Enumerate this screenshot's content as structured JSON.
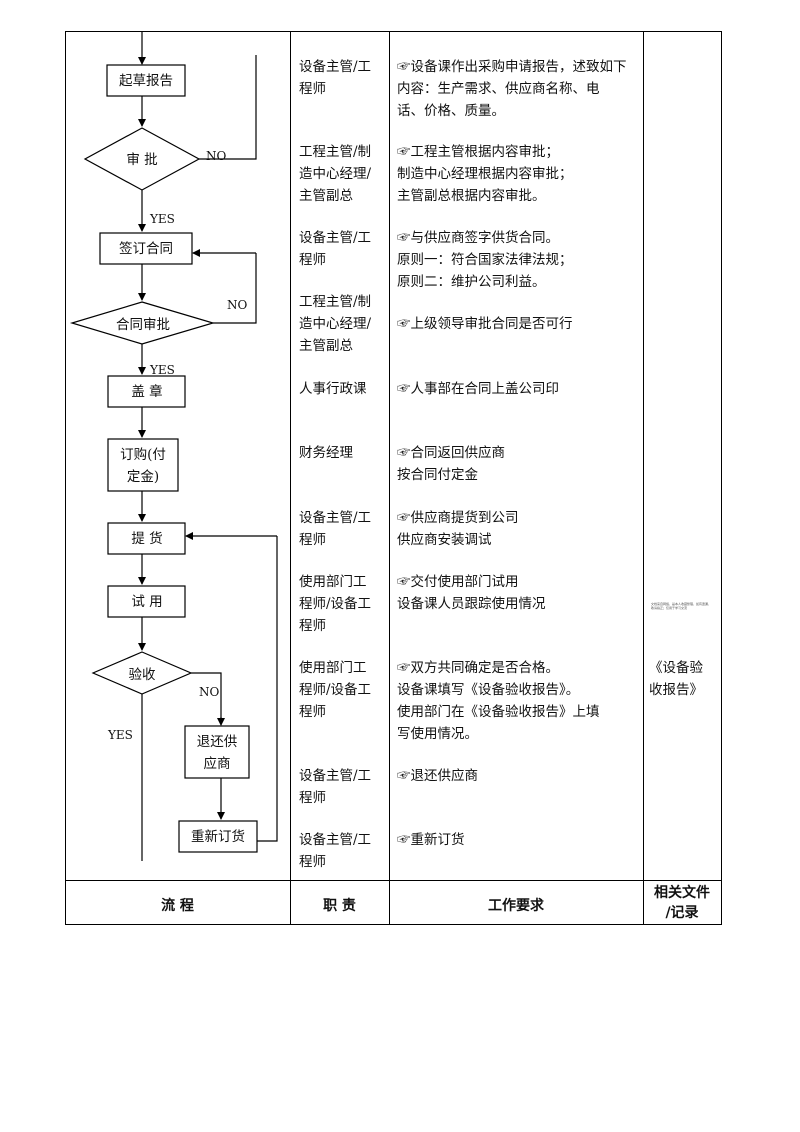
{
  "flow": {
    "draft": "起草报告",
    "approve": "审  批",
    "sign": "签订合同",
    "contract_review": "合同审批",
    "stamp": "盖   章",
    "order_1": "订购(付",
    "order_2": "定金)",
    "pickup": "提   货",
    "trial": "试   用",
    "accept": "验收",
    "return_1": "退还供",
    "return_2": "应商",
    "reorder": "重新订货",
    "yes": "YES",
    "no": "NO"
  },
  "rows": [
    {
      "resp": "设备主管/工\n程师",
      "req": "☞设备课作出采购申请报告，述致如下\n   内容：生产需求、供应商名称、电\n   话、价格、质量。"
    },
    {
      "resp": "工程主管/制\n造中心经理/\n主管副总",
      "req": "☞工程主管根据内容审批；\n   制造中心经理根据内容审批；\n   主管副总根据内容审批。"
    },
    {
      "resp": "设备主管/工\n程师",
      "req": "☞与供应商签字供货合同。\n   原则一：符合国家法律法规；\n   原则二：维护公司利益。"
    },
    {
      "resp": "工程主管/制\n造中心经理/\n主管副总",
      "req": "☞上级领导审批合同是否可行"
    },
    {
      "resp": "人事行政课",
      "req": "☞人事部在合同上盖公司印"
    },
    {
      "resp": "财务经理",
      "req": "☞合同返回供应商\n   按合同付定金"
    },
    {
      "resp": "设备主管/工\n程师",
      "req": "☞供应商提货到公司\n   供应商安装调试"
    },
    {
      "resp": "使用部门工\n程师/设备工\n程师",
      "req": "☞交付使用部门试用\n   设备课人员跟踪使用情况"
    },
    {
      "resp": "使用部门工\n程师/设备工\n程师",
      "req": "☞双方共同确定是否合格。\n   设备课填写《设备验收报告》。\n   使用部门在《设备验收报告》上填\n   写使用情况。"
    },
    {
      "resp": "设备主管/工\n程师",
      "req": "☞退还供应商"
    },
    {
      "resp": "设备主管/工\n程师",
      "req": "☞重新订货"
    }
  ],
  "docs": {
    "acceptance_report": "《设备验\n收报告》",
    "tiny_note": "文档来自网络，是本人收藏整理，如有遗漏，敬请指正；仅用于学习交流"
  },
  "header": {
    "process": "流   程",
    "duty": "职  责",
    "requirements": "工作要求",
    "related_docs": "相关文件\n/记录"
  }
}
